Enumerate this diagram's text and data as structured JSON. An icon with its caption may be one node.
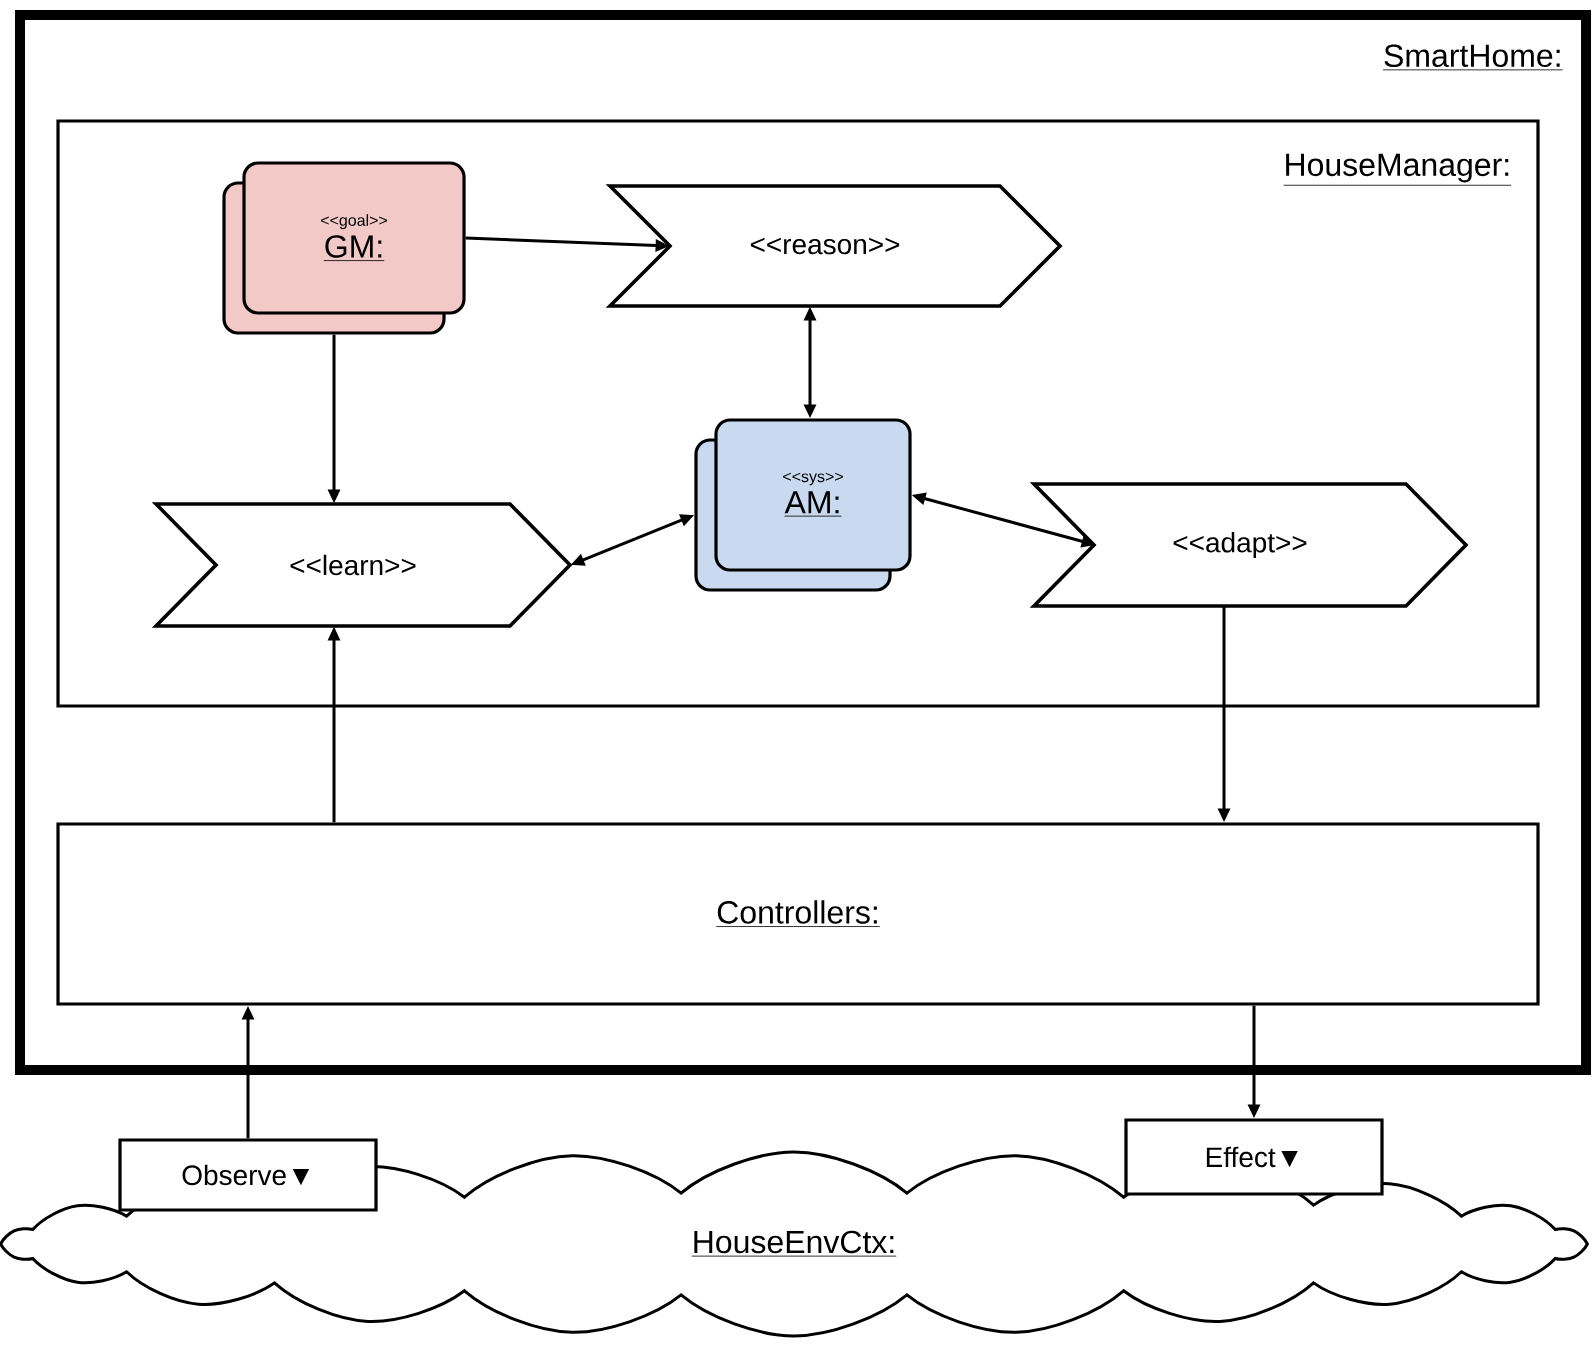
{
  "diagram": {
    "nodes": [
      {
        "text": [
          "SmartHome:"
        ]
      },
      {
        "text": [
          "HouseManager:"
        ],
        "in": 0
      },
      {
        "text": [
          "<<goal>>",
          "GM:"
        ],
        "in": 1
      },
      {
        "text": [
          "<<reason>>"
        ],
        "in": 1
      },
      {
        "text": [
          "<<sys>>",
          "AM:"
        ],
        "in": 1
      },
      {
        "text": [
          "<<learn>>"
        ],
        "in": 1
      },
      {
        "text": [
          "<<adapt>>"
        ],
        "in": 1
      },
      {
        "text": [
          "Controllers:"
        ],
        "in": 0
      },
      {
        "text": [
          "HouseEnvCtx:"
        ]
      },
      {
        "text": [
          "Observe▼"
        ]
      },
      {
        "text": [
          "Effect▼"
        ]
      }
    ],
    "edges": [
      {
        "from": 2,
        "to": 3,
        "arrow": "to"
      },
      {
        "from": 2,
        "to": 5,
        "arrow": "to"
      },
      {
        "from": 3,
        "to": 4,
        "arrow": "both"
      },
      {
        "from": 5,
        "to": 4,
        "arrow": "both"
      },
      {
        "from": 4,
        "to": 6,
        "arrow": "both"
      },
      {
        "from": 7,
        "to": 5,
        "arrow": "to"
      },
      {
        "from": 6,
        "to": 7,
        "arrow": "to"
      },
      {
        "from": 9,
        "to": 7,
        "arrow": "to"
      },
      {
        "from": 7,
        "to": 10,
        "arrow": "to"
      }
    ]
  }
}
